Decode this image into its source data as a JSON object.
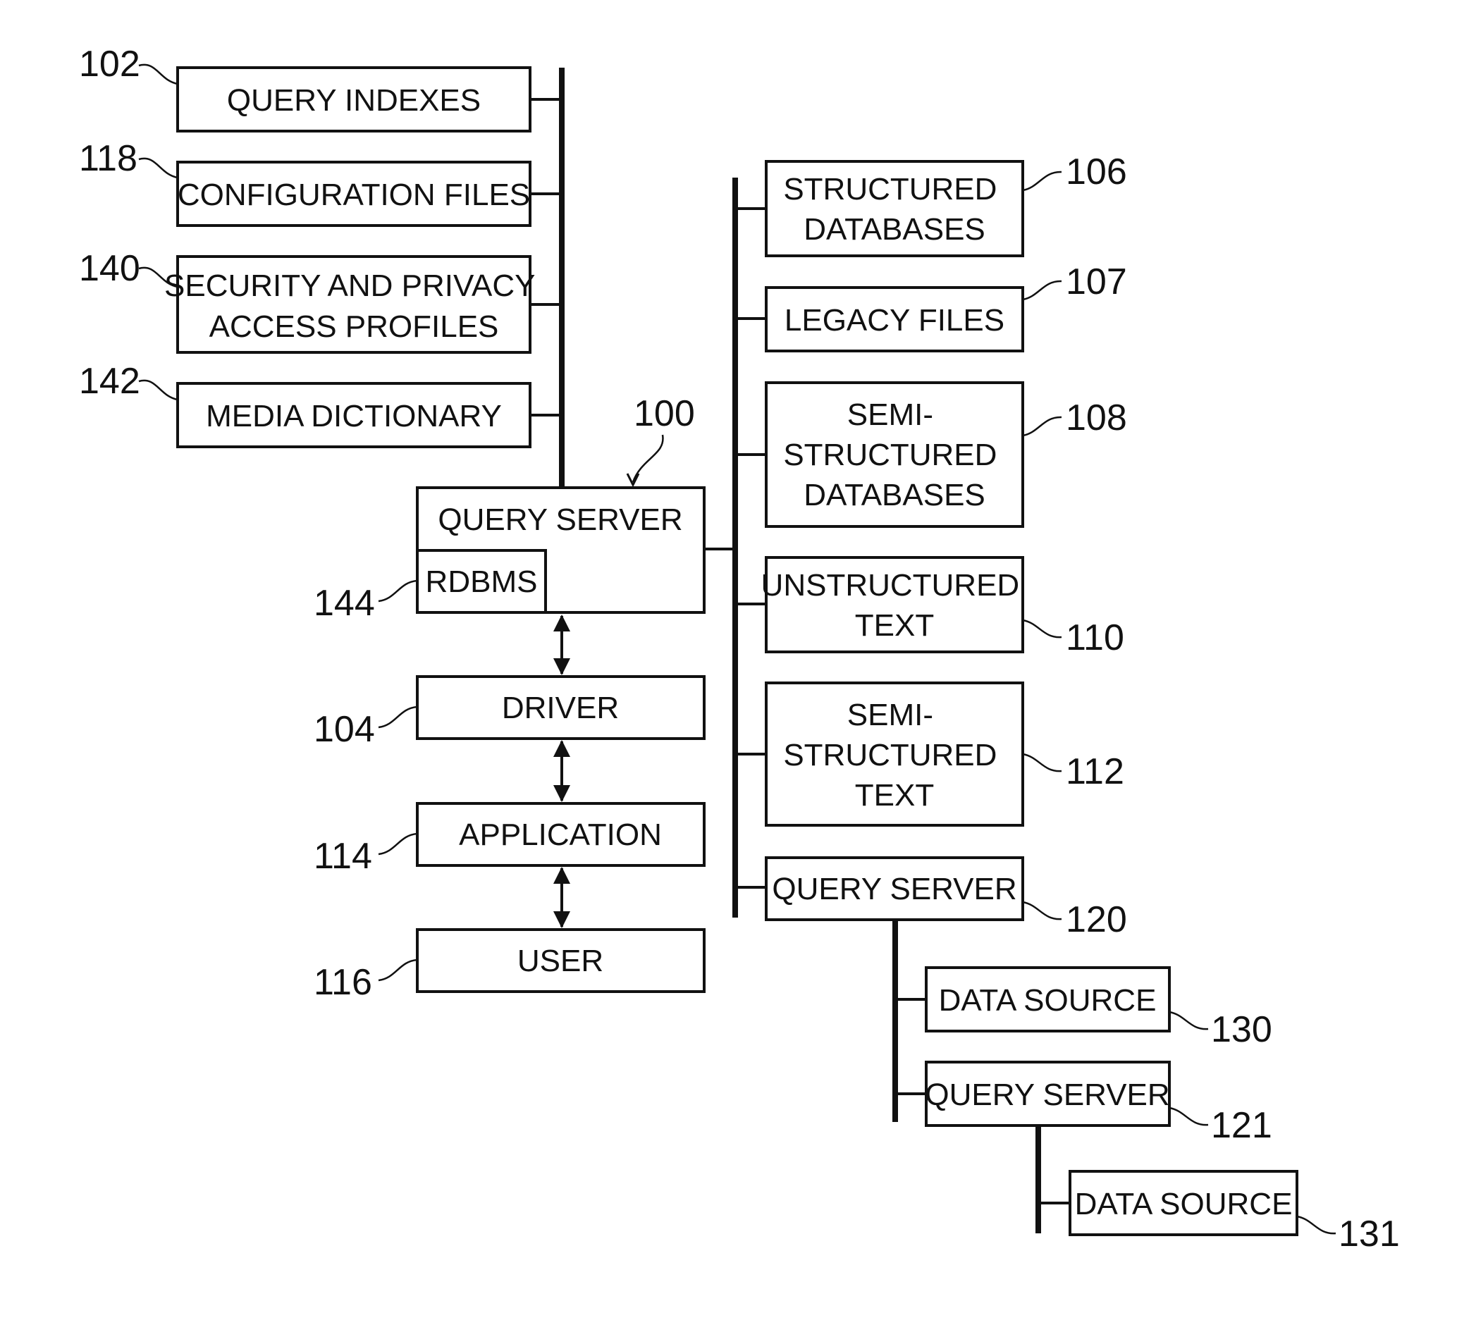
{
  "boxes": {
    "query_indexes": {
      "lines": [
        "QUERY INDEXES"
      ],
      "ref": "102"
    },
    "configuration_files": {
      "lines": [
        "CONFIGURATION FILES"
      ],
      "ref": "118"
    },
    "security_profiles": {
      "lines": [
        "SECURITY AND PRIVACY",
        "ACCESS PROFILES"
      ],
      "ref": "140"
    },
    "media_dictionary": {
      "lines": [
        "MEDIA DICTIONARY"
      ],
      "ref": "142"
    },
    "query_server_main": {
      "lines": [
        "QUERY SERVER"
      ],
      "ref": "100"
    },
    "rdbms": {
      "lines": [
        "RDBMS"
      ],
      "ref": "144"
    },
    "driver": {
      "lines": [
        "DRIVER"
      ],
      "ref": "104"
    },
    "application": {
      "lines": [
        "APPLICATION"
      ],
      "ref": "114"
    },
    "user": {
      "lines": [
        "USER"
      ],
      "ref": "116"
    },
    "structured_databases": {
      "lines": [
        "STRUCTURED",
        "DATABASES"
      ],
      "ref": "106"
    },
    "legacy_files": {
      "lines": [
        "LEGACY FILES"
      ],
      "ref": "107"
    },
    "semi_structured_databases": {
      "lines": [
        "SEMI-",
        "STRUCTURED",
        "DATABASES"
      ],
      "ref": "108"
    },
    "unstructured_text": {
      "lines": [
        "UNSTRUCTURED",
        "TEXT"
      ],
      "ref": "110"
    },
    "semi_structured_text": {
      "lines": [
        "SEMI-",
        "STRUCTURED",
        "TEXT"
      ],
      "ref": "112"
    },
    "query_server_120": {
      "lines": [
        "QUERY SERVER"
      ],
      "ref": "120"
    },
    "data_source_130": {
      "lines": [
        "DATA SOURCE"
      ],
      "ref": "130"
    },
    "query_server_121": {
      "lines": [
        "QUERY SERVER"
      ],
      "ref": "121"
    },
    "data_source_131": {
      "lines": [
        "DATA SOURCE"
      ],
      "ref": "131"
    }
  }
}
